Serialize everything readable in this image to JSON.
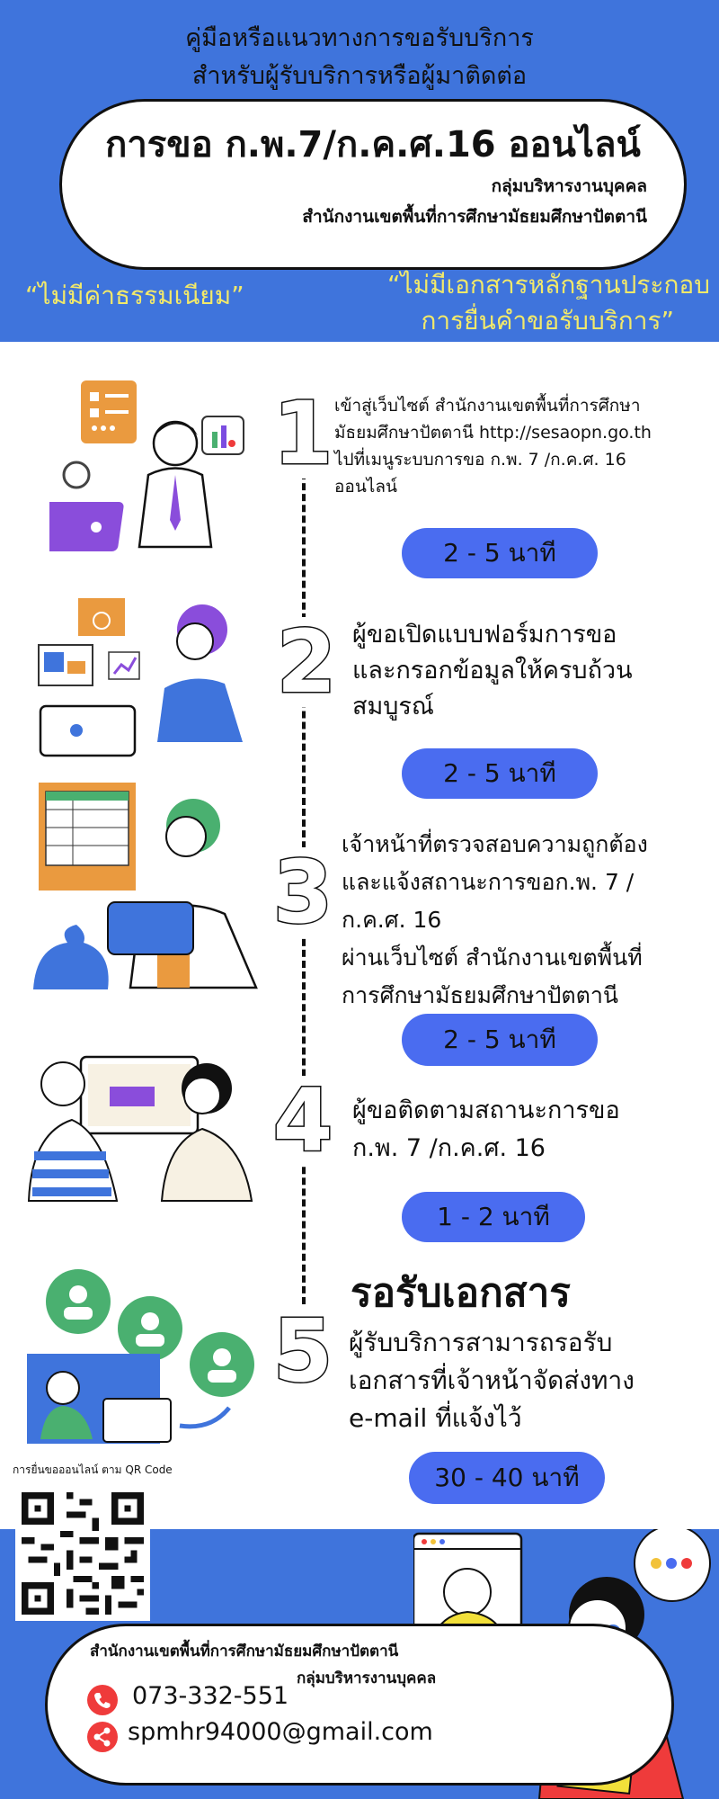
{
  "header": {
    "subtitle_line1": "คู่มือหรือแนวทางการขอรับบริการ",
    "subtitle_line2": "สำหรับผู้รับบริการหรือผู้มาติดต่อ",
    "title": "การขอ ก.พ.7/ก.ค.ศ.16 ออนไลน์",
    "org_line1": "กลุ่มบริหารงานบุคคล",
    "org_line2": "สำนักงานเขตพื้นที่การศึกษามัธยมศึกษาปัตตานี",
    "quote_left": "“ไม่มีค่าธรรมเนียม”",
    "quote_right_line1": "“ไม่มีเอกสารหลักฐานประกอบ",
    "quote_right_line2": "การยื่นคำขอรับบริการ”"
  },
  "steps": [
    {
      "number": "1",
      "lines": [
        "เข้าสู่เว็บไซต์ สำนักงานเขตพื้นที่การศึกษา",
        "มัธยมศึกษาปัตตานี http://sesaopn.go.th",
        "ไปที่เมนูระบบการขอ ก.พ. 7 /ก.ค.ศ. 16",
        "ออนไลน์"
      ],
      "time": "2 - 5 นาที"
    },
    {
      "number": "2",
      "lines": [
        "ผู้ขอเปิดแบบฟอร์มการขอ",
        "และกรอกข้อมูลให้ครบถ้วน",
        "สมบูรณ์"
      ],
      "time": "2 - 5 นาที"
    },
    {
      "number": "3",
      "lines": [
        "เจ้าหน้าที่ตรวจสอบความถูกต้อง",
        "และแจ้งสถานะการขอก.พ. 7 /",
        "ก.ค.ศ. 16",
        "ผ่านเว็บไซต์ สำนักงานเขตพื้นที่",
        "การศึกษามัธยมศึกษาปัตตานี"
      ],
      "time": "2 - 5 นาที"
    },
    {
      "number": "4",
      "lines": [
        "ผู้ขอติดตามสถานะการขอ",
        "ก.พ. 7 /ก.ค.ศ. 16"
      ],
      "time": "1 - 2 นาที"
    },
    {
      "number": "5",
      "heading": "รอรับเอกสาร",
      "lines": [
        "ผู้รับบริการสามารถรอรับ",
        "เอกสารที่เจ้าหน้าจัดส่งทาง",
        "e-mail ที่แจ้งไว้"
      ],
      "time": "30 - 40 นาที"
    }
  ],
  "footer": {
    "qr_caption": "การยื่นขอออนไลน์ ตาม QR Code",
    "org_line1": "สำนักงานเขตพื้นที่การศึกษามัธยมศึกษาปัตตานี",
    "org_line2": "กลุ่มบริหารงานบุคคล",
    "phone": "073-332-551",
    "email": "spmhr94000@gmail.com"
  },
  "colors": {
    "band_blue": "#3f74dc",
    "pill_blue": "#4a6cf0",
    "quote_yellow": "#f2e96a",
    "icon_red": "#ef3b3b"
  }
}
